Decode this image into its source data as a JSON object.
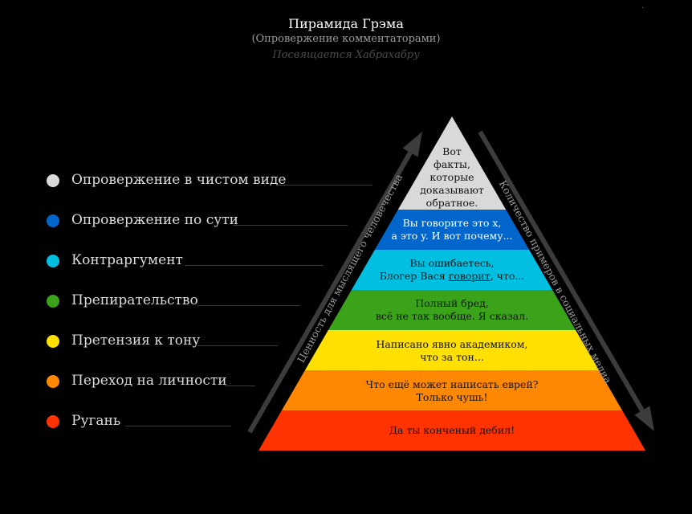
{
  "header": {
    "title": "Пирамида Грэма",
    "subtitle": "(Опровержение комментаторами)",
    "dedication": "Посвящается Хабрахабру",
    "corner_mark": "."
  },
  "legend": [
    {
      "label": "Опровержение в чистом виде",
      "color": "#d9d9d9"
    },
    {
      "label": "Опровержение по сути",
      "color": "#0066cc"
    },
    {
      "label": "Контраргумент",
      "color": "#00bfe0"
    },
    {
      "label": "Препирательство",
      "color": "#3aa31a"
    },
    {
      "label": "Претензия к тону",
      "color": "#ffe000"
    },
    {
      "label": "Переход на личности",
      "color": "#ff8800"
    },
    {
      "label": "Ругань",
      "color": "#ff3300"
    }
  ],
  "pyramid": {
    "tiers": [
      {
        "lines": [
          "Вот",
          "факты,",
          "которые",
          "доказывают",
          "обратное."
        ],
        "color": "#d9d9d9",
        "light_text": false
      },
      {
        "lines": [
          "Вы говорите это x,",
          "а это y. И вот почему..."
        ],
        "color": "#0066cc",
        "light_text": true
      },
      {
        "line1": "Вы ошибаетесь,",
        "line2_pre": "Блогер Вася ",
        "line2_u": "говорит",
        "line2_post": ", что...",
        "color": "#00bfe0",
        "light_text": false
      },
      {
        "lines": [
          "Полный бред,",
          "всё не так вообще. Я сказал."
        ],
        "color": "#3aa31a",
        "light_text": false
      },
      {
        "lines": [
          "Написано явно академиком,",
          "что за тон..."
        ],
        "color": "#ffe000",
        "light_text": false
      },
      {
        "lines": [
          "Что ещё может написать еврей?",
          "Только чушь!"
        ],
        "color": "#ff8800",
        "light_text": false
      },
      {
        "lines": [
          "Да ты конченый дебил!"
        ],
        "color": "#ff3300",
        "light_text": false
      }
    ],
    "left_axis_label": "Ценность для мыслящего человечества",
    "right_axis_label": "Количество примеров в социальных медиа"
  },
  "colors": {
    "background": "#000000",
    "arrow": "#3c3c3c"
  }
}
